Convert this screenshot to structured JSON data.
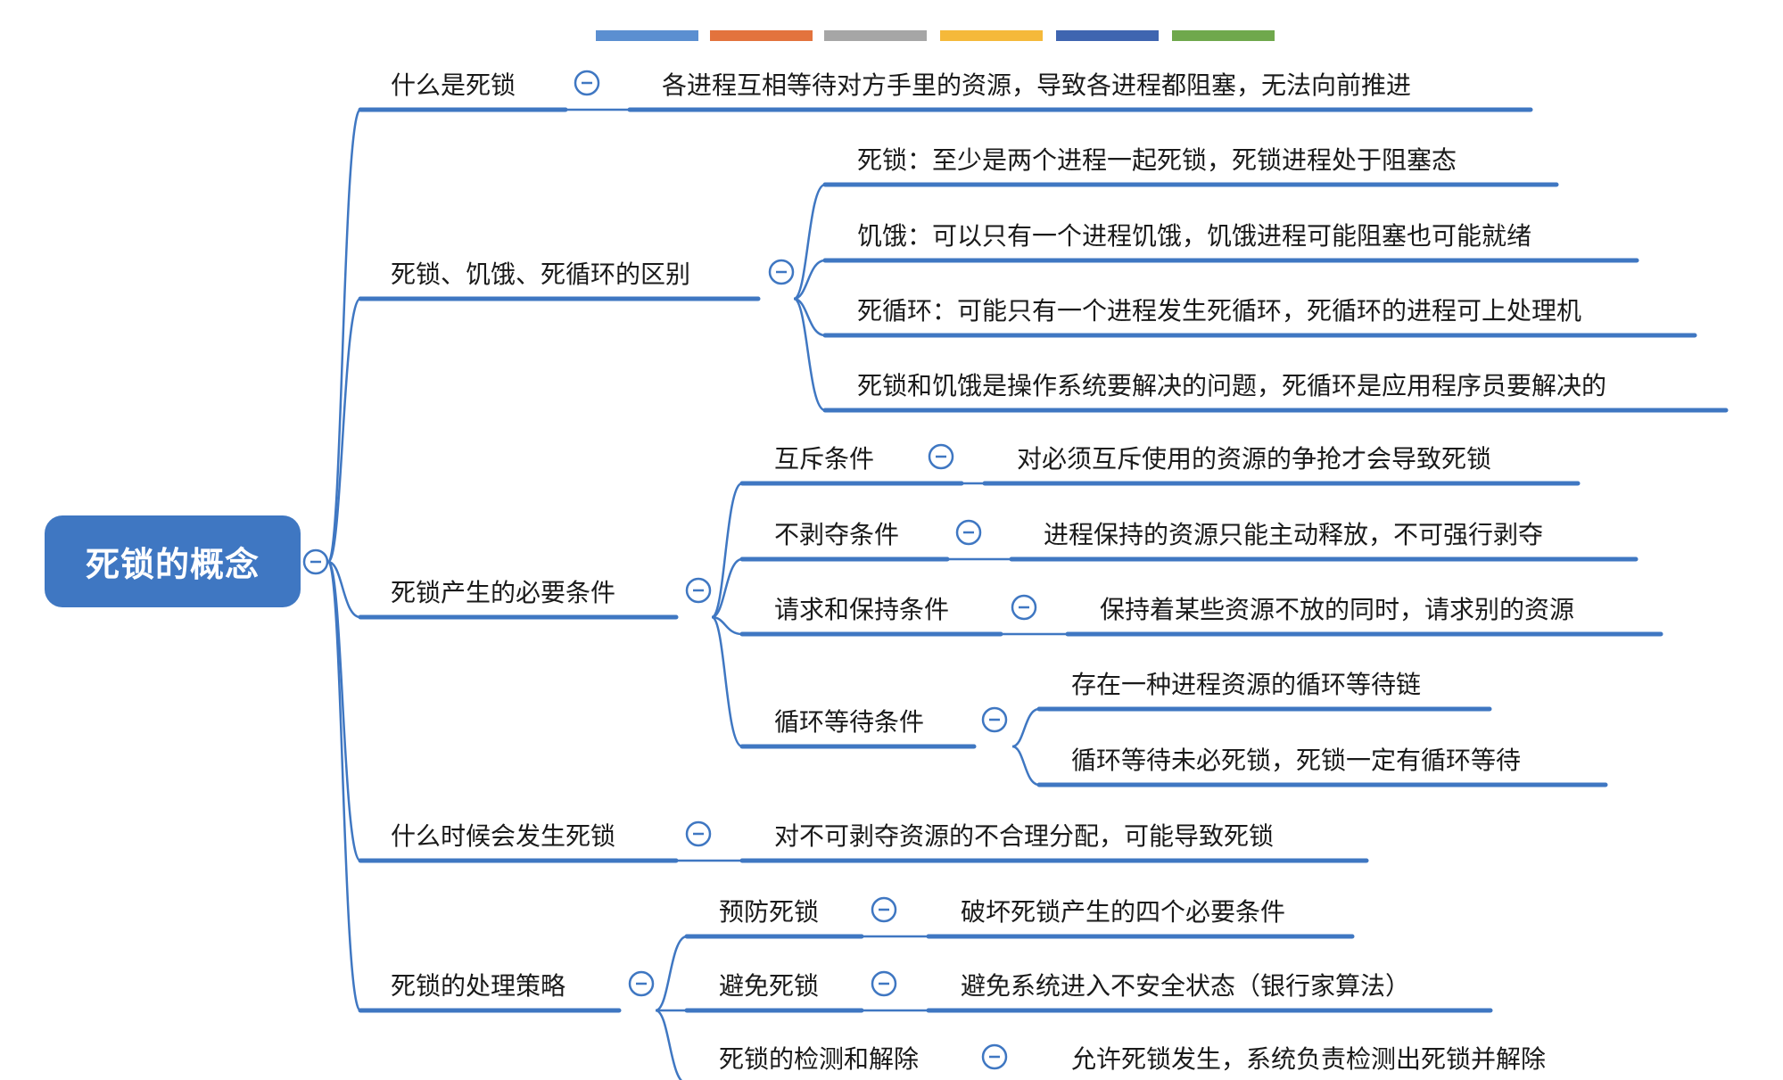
{
  "colors": {
    "line": "#3f77c2",
    "text": "#1a1a1a",
    "root_fill": "#3f77c2",
    "root_text": "#ffffff",
    "palette": [
      "#5b8fd1",
      "#e3733d",
      "#a6a6a6",
      "#f5b93a",
      "#3f65b0",
      "#6fa84c"
    ]
  },
  "icons": {
    "collapse": "minus-circle-icon"
  },
  "root": {
    "label": "死锁的概念"
  },
  "branches": [
    {
      "label": "什么是死锁",
      "children": [
        {
          "label": "各进程互相等待对方手里的资源，导致各进程都阻塞，无法向前推进"
        }
      ]
    },
    {
      "label": "死锁、饥饿、死循环的区别",
      "children": [
        {
          "label": "死锁：至少是两个进程一起死锁，死锁进程处于阻塞态"
        },
        {
          "label": "饥饿：可以只有一个进程饥饿，饥饿进程可能阻塞也可能就绪"
        },
        {
          "label": "死循环：可能只有一个进程发生死循环，死循环的进程可上处理机"
        },
        {
          "label": "死锁和饥饿是操作系统要解决的问题，死循环是应用程序员要解决的"
        }
      ]
    },
    {
      "label": "死锁产生的必要条件",
      "children": [
        {
          "label": "互斥条件",
          "children": [
            {
              "label": "对必须互斥使用的资源的争抢才会导致死锁"
            }
          ]
        },
        {
          "label": "不剥夺条件",
          "children": [
            {
              "label": "进程保持的资源只能主动释放，不可强行剥夺"
            }
          ]
        },
        {
          "label": "请求和保持条件",
          "children": [
            {
              "label": "保持着某些资源不放的同时，请求别的资源"
            }
          ]
        },
        {
          "label": "循环等待条件",
          "children": [
            {
              "label": "存在一种进程资源的循环等待链"
            },
            {
              "label": "循环等待未必死锁，死锁一定有循环等待"
            }
          ]
        }
      ]
    },
    {
      "label": "什么时候会发生死锁",
      "children": [
        {
          "label": "对不可剥夺资源的不合理分配，可能导致死锁"
        }
      ]
    },
    {
      "label": "死锁的处理策略",
      "children": [
        {
          "label": "预防死锁",
          "children": [
            {
              "label": "破坏死锁产生的四个必要条件"
            }
          ]
        },
        {
          "label": "避免死锁",
          "children": [
            {
              "label": "避免系统进入不安全状态（银行家算法）"
            }
          ]
        },
        {
          "label": "死锁的检测和解除",
          "children": [
            {
              "label": "允许死锁发生，系统负责检测出死锁并解除"
            }
          ]
        }
      ]
    }
  ]
}
